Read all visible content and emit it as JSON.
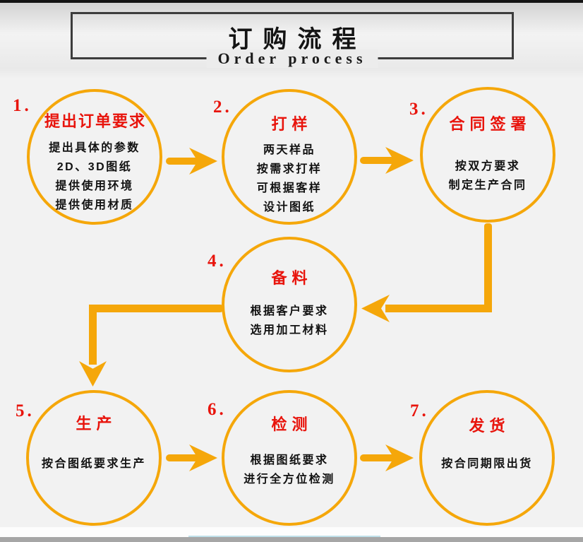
{
  "header": {
    "title": "订购流程",
    "subtitle": "Order process"
  },
  "steps": [
    {
      "number": "1.",
      "title": "提出订单要求",
      "lines": [
        "提出具体的参数",
        "2D、3D图纸",
        "提供使用环境",
        "提供使用材质"
      ]
    },
    {
      "number": "2.",
      "title": "打样",
      "lines": [
        "两天样品",
        "按需求打样",
        "可根据客样",
        "设计图纸"
      ]
    },
    {
      "number": "3.",
      "title": "合同签署",
      "lines": [
        "按双方要求",
        "制定生产合同"
      ]
    },
    {
      "number": "4.",
      "title": "备料",
      "lines": [
        "根据客户要求",
        "选用加工材料"
      ]
    },
    {
      "number": "5.",
      "title": "生产",
      "lines": [
        "按合图纸要求生产"
      ]
    },
    {
      "number": "6.",
      "title": "检测",
      "lines": [
        "根据图纸要求",
        "进行全方位检测"
      ]
    },
    {
      "number": "7.",
      "title": "发货",
      "lines": [
        "按合同期限出货"
      ]
    }
  ],
  "colors": {
    "accent_orange": "#F5A70A",
    "step_red": "#E8140C",
    "title_black": "#141414",
    "box_border": "#3c3c3c"
  }
}
